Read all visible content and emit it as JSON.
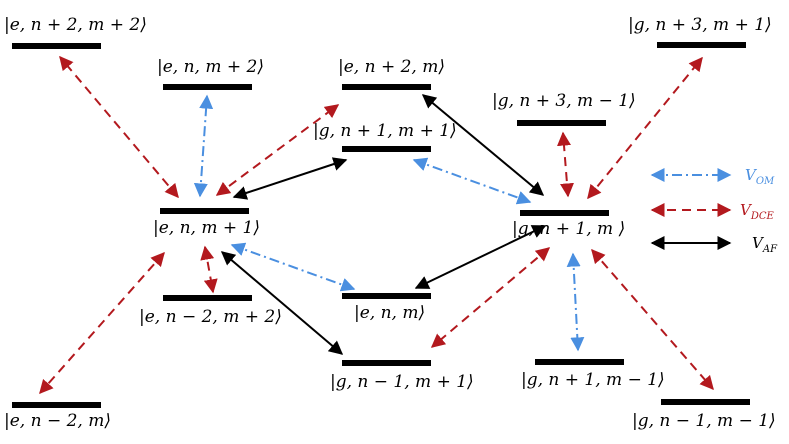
{
  "colors": {
    "level": "#000000",
    "v_om": "#4a8fe0",
    "v_dce": "#b3191e",
    "v_af": "#000000"
  },
  "states": {
    "e_n2_m2": "|e, n + 2, m + 2⟩",
    "e_n_m2": "|e, n, m + 2⟩",
    "e_n2_m": "|e, n + 2, m⟩",
    "g_n1_m1": "|g, n + 1, m + 1⟩",
    "g_n3_m1p": "|g, n + 3, m + 1⟩",
    "g_n3_m1m": "|g, n + 3, m − 1⟩",
    "e_n_m1": "|e, n, m + 1⟩",
    "g_n1_m": "|g, n + 1, m ⟩",
    "e_nm2_m2": "|e, n − 2, m + 2⟩",
    "e_n_m": "|e, n, m⟩",
    "g_nm1_m1": "|g, n − 1, m + 1⟩",
    "g_n1_mm1": "|g, n + 1, m − 1⟩",
    "e_nm2_m": "|e, n − 2, m⟩",
    "g_nm1_mm1": "|g, n − 1, m − 1⟩"
  },
  "legend": {
    "v_om": {
      "main": "V",
      "sub": "OM"
    },
    "v_dce": {
      "main": "V",
      "sub": "DCE"
    },
    "v_af": {
      "main": "V",
      "sub": "AF"
    }
  }
}
